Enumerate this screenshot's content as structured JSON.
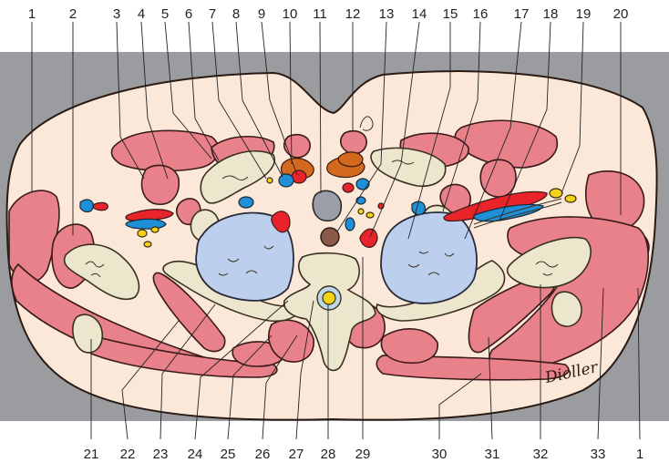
{
  "labels_top": [
    "1",
    "2",
    "3",
    "4",
    "5",
    "6",
    "7",
    "8",
    "9",
    "10",
    "11",
    "12",
    "13",
    "14",
    "15",
    "16",
    "17",
    "18",
    "19",
    "20"
  ],
  "labels_bottom": [
    "21",
    "22",
    "23",
    "24",
    "25",
    "26",
    "27",
    "28",
    "29",
    "30",
    "31",
    "32",
    "33",
    "1"
  ],
  "signature": "Dioller",
  "colors": {
    "background_band": "#9a9ca0",
    "skin": "#fbe8d8",
    "muscle": "#e8818a",
    "bone": "#ece7cc",
    "lung": "#bcd0ee",
    "artery": "#e8232a",
    "vein": "#1f8fd8",
    "nerve": "#f5d21a",
    "lymph_node": "#d2691e",
    "trachea": "#9a9ea6",
    "esophagus": "#8a5a48"
  }
}
